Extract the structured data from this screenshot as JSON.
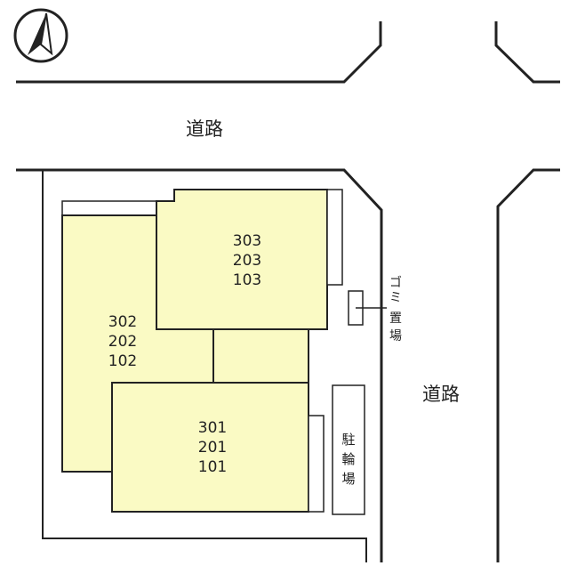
{
  "roads": {
    "north_label": "道路",
    "east_label": "道路"
  },
  "buildings": {
    "west_units": [
      "302",
      "202",
      "102"
    ],
    "northeast_units": [
      "303",
      "203",
      "103"
    ],
    "south_units": [
      "301",
      "201",
      "101"
    ]
  },
  "facilities": {
    "garbage_label": [
      "ゴ",
      "ミ",
      "置",
      "場"
    ],
    "bicycle_label": [
      "駐",
      "輪",
      "場"
    ]
  },
  "colors": {
    "building_fill": "#fafac4",
    "line": "#222222",
    "background": "#ffffff"
  },
  "icons": {
    "north_arrow": "north-arrow-icon"
  }
}
